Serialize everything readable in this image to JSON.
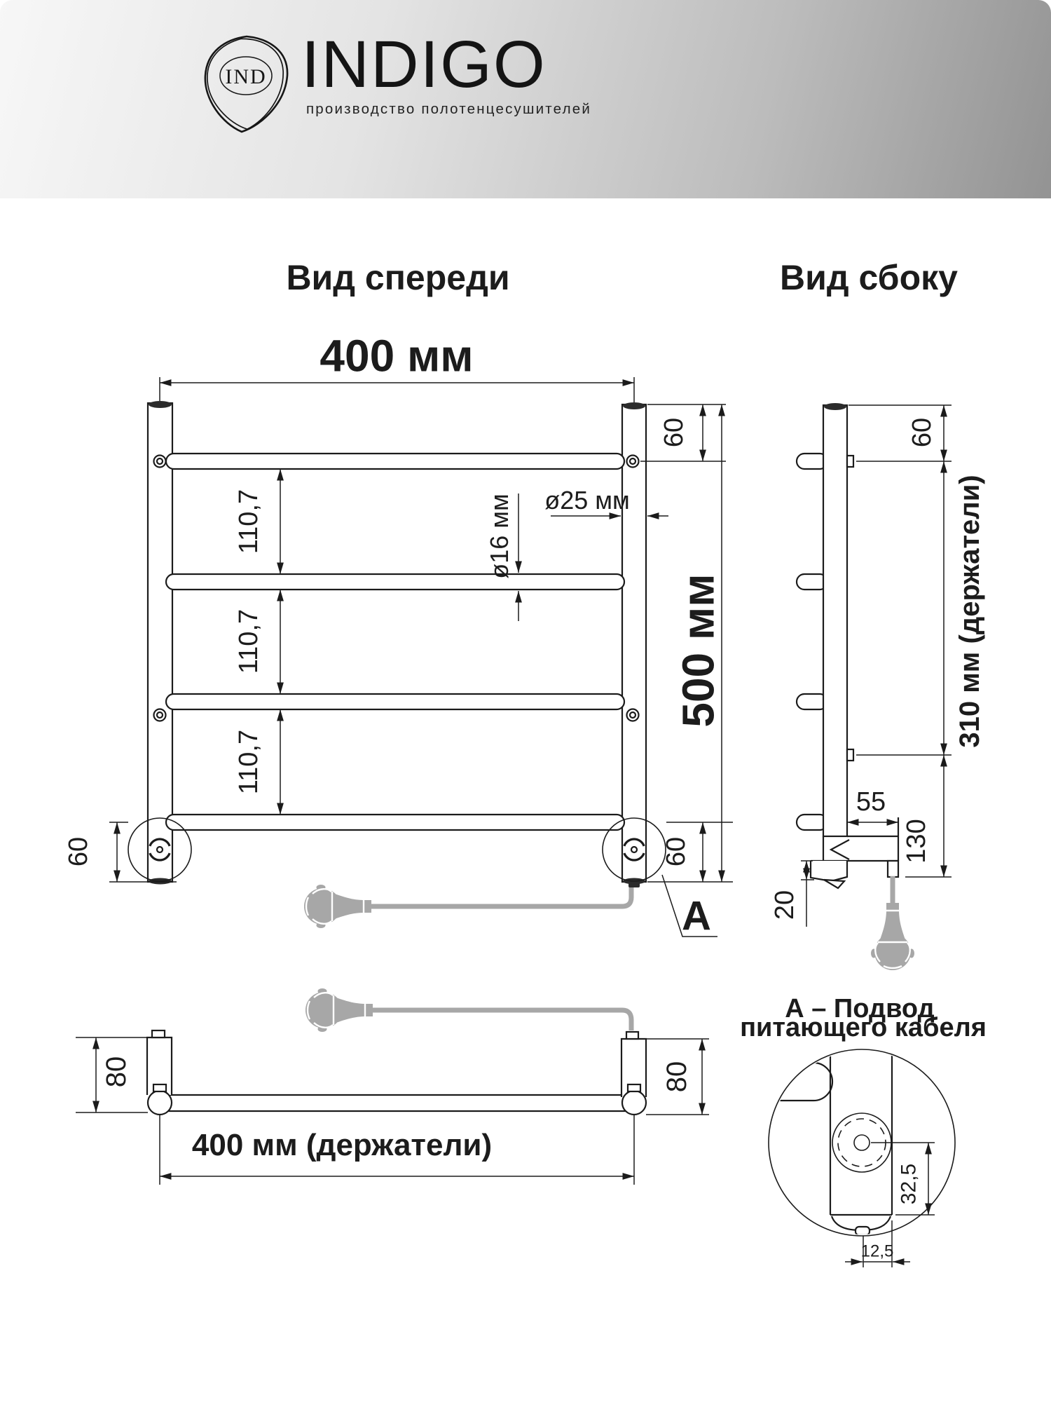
{
  "header": {
    "monogram": "IND",
    "brand": "INDIGO",
    "tagline": "производство полотенцесушителей"
  },
  "front_view": {
    "title": "Вид спереди",
    "width_dim": "400 мм",
    "height_dim": "500 мм",
    "top_offset_dim": "60",
    "bottom_left_offset_dim": "60",
    "bottom_right_offset_dim": "60",
    "gap_dims": [
      "110,7",
      "110,7",
      "110,7"
    ],
    "rung_diameter_dim": "ø16 мм",
    "post_diameter_dim": "ø25 мм",
    "detail_marker": "А"
  },
  "side_view": {
    "title": "Вид сбоку",
    "top_offset_dim": "60",
    "holders_dim": "310 мм (держатели)",
    "depth_dim": "55",
    "bottom_height_dim": "130",
    "wall_clearance_dim": "20"
  },
  "holders_view": {
    "left_height_dim": "80",
    "right_height_dim": "80",
    "width_dim": "400 мм (держатели)"
  },
  "detail_a": {
    "title_line1": "А – Подвод",
    "title_line2": "питающего кабеля",
    "vertical_dim": "32,5",
    "horizontal_dim": "12,5"
  },
  "colors": {
    "line": "#1b1b1b",
    "cable": "#a7a7a7",
    "header_gradient_left": "#f7f7f7",
    "header_gradient_right": "#939393"
  }
}
